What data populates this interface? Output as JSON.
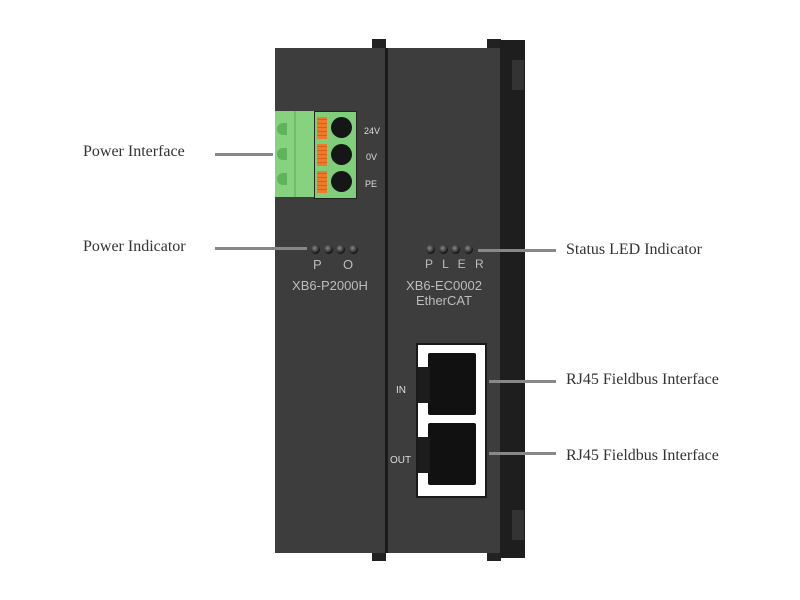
{
  "callouts": {
    "power_interface": "Power Interface",
    "power_indicator": "Power Indicator",
    "status_led_indicator": "Status LED Indicator",
    "rj45_in": "RJ45 Fieldbus Interface",
    "rj45_out": "RJ45 Fieldbus Interface"
  },
  "power_module": {
    "terminals": [
      "24V",
      "0V",
      "PE"
    ],
    "led_labels": "P O",
    "model": "XB6-P2000H"
  },
  "coupler_module": {
    "led_labels": "P L E R",
    "model": "XB6-EC0002",
    "protocol": "EtherCAT",
    "port_in": "IN",
    "port_out": "OUT"
  },
  "colors": {
    "housing": "#3d3d3d",
    "connector": "#7fcf7a",
    "release_tab": "#f07a2a"
  }
}
